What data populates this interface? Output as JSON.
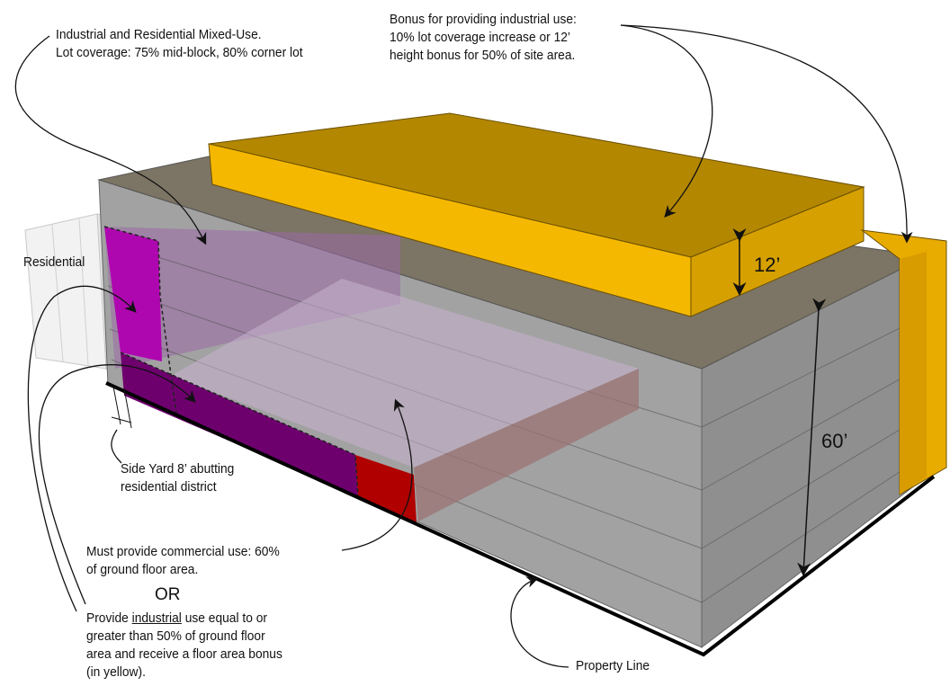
{
  "notes": {
    "mixed_use": {
      "line1": "Industrial and Residential Mixed-Use.",
      "line2": "Lot coverage: 75% mid-block, 80% corner lot"
    },
    "bonus": {
      "line1": "Bonus for providing industrial use:",
      "line2": "10% lot coverage increase or 12’",
      "line3": "height bonus for 50% of site area."
    },
    "residential": "Residential",
    "side_yard": {
      "line1": "Side Yard 8’ abutting",
      "line2": "residential district"
    },
    "commercial": {
      "line1": "Must provide commercial use: 60%",
      "line2": "of ground floor area."
    },
    "or": "OR",
    "industrial": {
      "line1_pre": "Provide ",
      "line1_u": "industrial",
      "line1_post": " use equal to or",
      "line2": "greater than 50% of ground floor",
      "line3": "area and receive a floor area bonus",
      "line4": "(in yellow)."
    },
    "property_line": "Property Line"
  },
  "dimensions": {
    "bonus_height": "12’",
    "building_height": "60’"
  },
  "colors": {
    "bonus_top": "#b38700",
    "bonus_front": "#f5b800",
    "bonus_side": "#c79500",
    "building_top": "#7a7a7a",
    "building_front": "#9e9e9e",
    "building_side": "#8e8e8e",
    "residential_zone": "#b000b0",
    "industrial_zone": "#6e006e",
    "commercial_zone": "#b00000",
    "property_line": "#000000"
  }
}
